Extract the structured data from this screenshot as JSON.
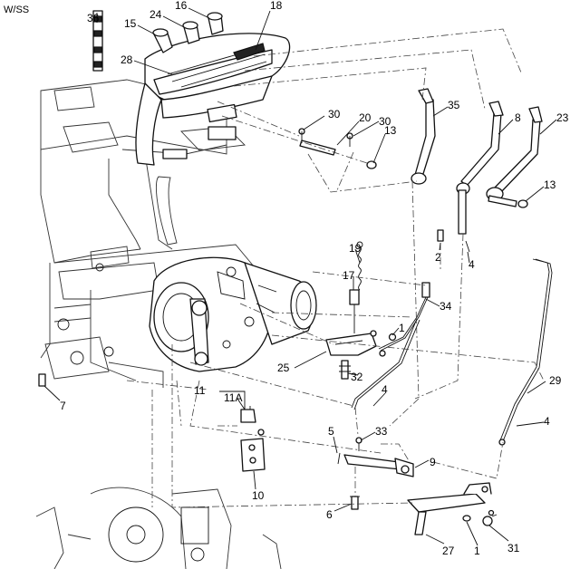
{
  "header": {
    "label": "W/SS"
  },
  "callouts": [
    {
      "id": "c-36",
      "text": "36"
    },
    {
      "id": "c-15",
      "text": "15"
    },
    {
      "id": "c-24",
      "text": "24"
    },
    {
      "id": "c-16",
      "text": "16"
    },
    {
      "id": "c-18",
      "text": "18"
    },
    {
      "id": "c-28",
      "text": "28"
    },
    {
      "id": "c-30a",
      "text": "30"
    },
    {
      "id": "c-20",
      "text": "20"
    },
    {
      "id": "c-30b",
      "text": "30"
    },
    {
      "id": "c-13a",
      "text": "13"
    },
    {
      "id": "c-35",
      "text": "35"
    },
    {
      "id": "c-8",
      "text": "8"
    },
    {
      "id": "c-23",
      "text": "23"
    },
    {
      "id": "c-13b",
      "text": "13"
    },
    {
      "id": "c-2",
      "text": "2"
    },
    {
      "id": "c-4a",
      "text": "4"
    },
    {
      "id": "c-19",
      "text": "19"
    },
    {
      "id": "c-17",
      "text": "17"
    },
    {
      "id": "c-34",
      "text": "34"
    },
    {
      "id": "c-1a",
      "text": "1"
    },
    {
      "id": "c-25",
      "text": "25"
    },
    {
      "id": "c-32",
      "text": "32"
    },
    {
      "id": "c-4b",
      "text": "4"
    },
    {
      "id": "c-29",
      "text": "29"
    },
    {
      "id": "c-7",
      "text": "7"
    },
    {
      "id": "c-11",
      "text": "11"
    },
    {
      "id": "c-11A",
      "text": "11A"
    },
    {
      "id": "c-5",
      "text": "5"
    },
    {
      "id": "c-33",
      "text": "33"
    },
    {
      "id": "c-9",
      "text": "9"
    },
    {
      "id": "c-4c",
      "text": "4"
    },
    {
      "id": "c-10",
      "text": "10"
    },
    {
      "id": "c-6",
      "text": "6"
    },
    {
      "id": "c-27",
      "text": "27"
    },
    {
      "id": "c-1b",
      "text": "1"
    },
    {
      "id": "c-31",
      "text": "31"
    }
  ]
}
